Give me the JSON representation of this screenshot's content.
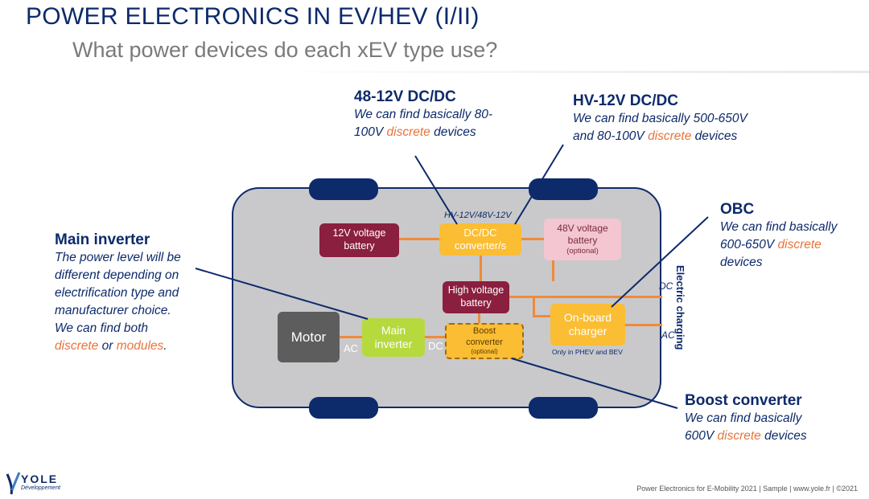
{
  "header": {
    "title": "POWER ELECTRONICS IN EV/HEV (I/II)",
    "subtitle": "What power devices do each xEV type use?"
  },
  "diagram": {
    "boxes": {
      "battery_12v": "12V voltage battery",
      "dcdc": "DC/DC converter/s",
      "dcdc_top_label": "HV-12V/48V-12V",
      "battery_48v": "48V voltage battery",
      "battery_48v_optional": "(optional)",
      "hv_battery": "High voltage battery",
      "obc": "On-board charger",
      "obc_note": "Only in PHEV and BEV",
      "motor": "Motor",
      "main_inverter": "Main inverter",
      "boost": "Boost converter",
      "boost_optional": "(optional)"
    },
    "wire_labels": {
      "ac_motor": "AC",
      "dc_inverter": "DC",
      "dc_charging": "DC",
      "ac_charging": "AC",
      "electric_charging": "Electric charging"
    }
  },
  "callouts": {
    "dcdc48": {
      "title": "48-12V DC/DC",
      "text_1": "We can find basically 80-",
      "text_2": "100V ",
      "highlight": "discrete",
      "text_3": " devices"
    },
    "hv12": {
      "title": "HV-12V DC/DC",
      "text_1": "We can find basically 500-650V",
      "text_2": "and 80-100V ",
      "highlight": "discrete",
      "text_3": " devices"
    },
    "obc": {
      "title": "OBC",
      "text_1": "We can find basically",
      "text_2": "600-650V ",
      "highlight": "discrete",
      "text_3": "devices"
    },
    "main_inverter": {
      "title": "Main inverter",
      "line_1": "The power level will be",
      "line_2": "different depending on",
      "line_3": "electrification type and",
      "line_4": "manufacturer choice.",
      "line_5": "We can find both",
      "highlight_1": "discrete",
      "joiner": " or ",
      "highlight_2": "modules",
      "end": "."
    },
    "boost": {
      "title": "Boost converter",
      "text_1": "We can find basically",
      "text_2": "600V ",
      "highlight": "discrete",
      "text_3": " devices"
    }
  },
  "brand": {
    "logo_name": "YOLE",
    "logo_sub": "Développement"
  },
  "footer": {
    "text": "Power Electronics for E-Mobility 2021 | Sample | www.yole.fr | ©2021"
  }
}
